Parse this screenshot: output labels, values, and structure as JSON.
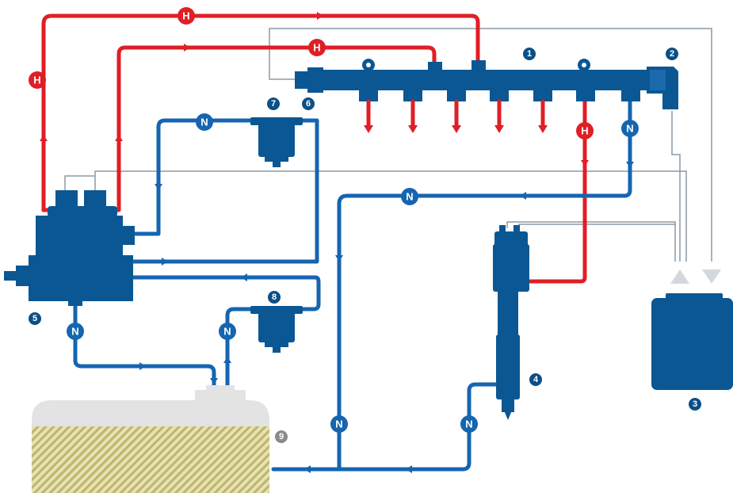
{
  "labels": {
    "high_pressure": "H",
    "low_pressure": "N",
    "component_1": "1",
    "component_2": "2",
    "component_3": "3",
    "component_4": "4",
    "component_5": "5",
    "component_6": "6",
    "component_7": "7",
    "component_8": "8",
    "component_9": "9"
  },
  "colors": {
    "high_pressure_line": "#e01e25",
    "low_pressure_line": "#1565b0",
    "component": "#0b5794",
    "signal_wire": "#8c9aa6",
    "tank_body": "#e3e3e3",
    "fuel_hatch": "#c8c27a",
    "number_badge_dark": "#0b4f86",
    "number_badge_tank": "#8a8a8a"
  }
}
